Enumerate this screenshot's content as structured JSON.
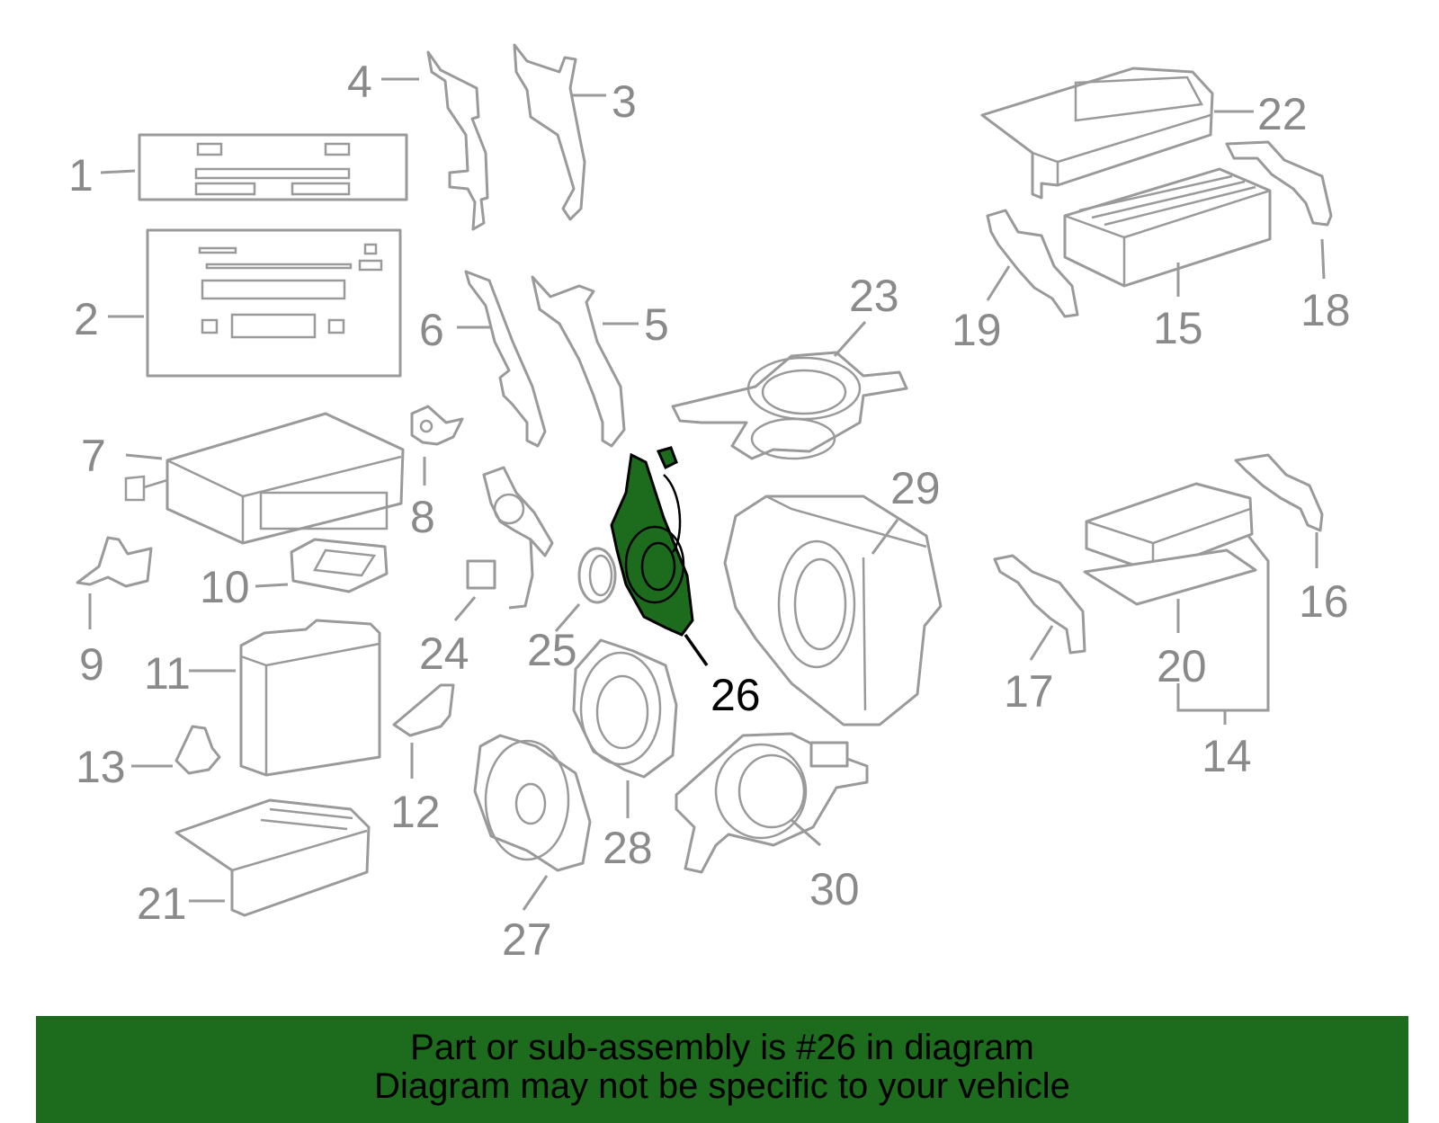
{
  "callouts": [
    {
      "n": "1",
      "text": "1"
    },
    {
      "n": "2",
      "text": "2"
    },
    {
      "n": "3",
      "text": "3"
    },
    {
      "n": "4",
      "text": "4"
    },
    {
      "n": "5",
      "text": "5"
    },
    {
      "n": "6",
      "text": "6"
    },
    {
      "n": "7",
      "text": "7"
    },
    {
      "n": "8",
      "text": "8"
    },
    {
      "n": "9",
      "text": "9"
    },
    {
      "n": "10",
      "text": "10"
    },
    {
      "n": "11",
      "text": "11"
    },
    {
      "n": "12",
      "text": "12"
    },
    {
      "n": "13",
      "text": "13"
    },
    {
      "n": "14",
      "text": "14"
    },
    {
      "n": "15",
      "text": "15"
    },
    {
      "n": "16",
      "text": "16"
    },
    {
      "n": "17",
      "text": "17"
    },
    {
      "n": "18",
      "text": "18"
    },
    {
      "n": "19",
      "text": "19"
    },
    {
      "n": "20",
      "text": "20"
    },
    {
      "n": "21",
      "text": "21"
    },
    {
      "n": "22",
      "text": "22"
    },
    {
      "n": "23",
      "text": "23"
    },
    {
      "n": "24",
      "text": "24"
    },
    {
      "n": "25",
      "text": "25"
    },
    {
      "n": "26",
      "text": "26"
    },
    {
      "n": "27",
      "text": "27"
    },
    {
      "n": "28",
      "text": "28"
    },
    {
      "n": "29",
      "text": "29"
    },
    {
      "n": "30",
      "text": "30"
    }
  ],
  "highlighted_part": "26",
  "colors": {
    "highlight": "#1d6b1d",
    "parts": "#9a9a9a",
    "banner": "#1d6b1d"
  },
  "banner": {
    "line1": "Part or sub-assembly is #26 in diagram",
    "line2": "Diagram may not be specific to your vehicle"
  }
}
